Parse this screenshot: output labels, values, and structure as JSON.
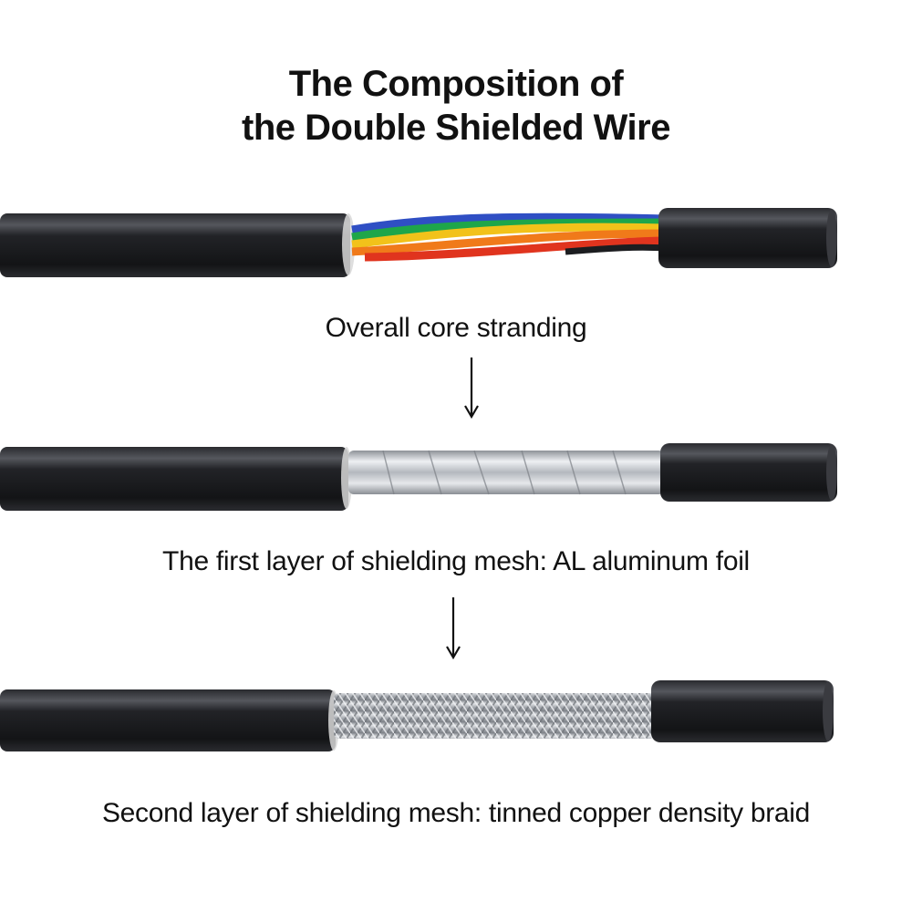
{
  "title": {
    "line1": "The Composition of",
    "line2": "the Double Shielded Wire"
  },
  "stages": [
    {
      "caption": "Overall core stranding",
      "layer": "colored-cores"
    },
    {
      "caption": "The first layer of shielding mesh: AL aluminum foil",
      "layer": "aluminum-foil"
    },
    {
      "caption": "Second layer of shielding mesh: tinned copper density braid",
      "layer": "tinned-copper-braid"
    }
  ],
  "colors": {
    "jacket": "#1c1d20",
    "jacket_highlight": "#4a4c52",
    "core_blue": "#2f4fc4",
    "core_green": "#1ea64a",
    "core_yellow": "#f2c21a",
    "core_orange": "#f07a1a",
    "core_red": "#e0341e",
    "foil": "#c9ccd1",
    "braid": "#b8bcc2"
  }
}
